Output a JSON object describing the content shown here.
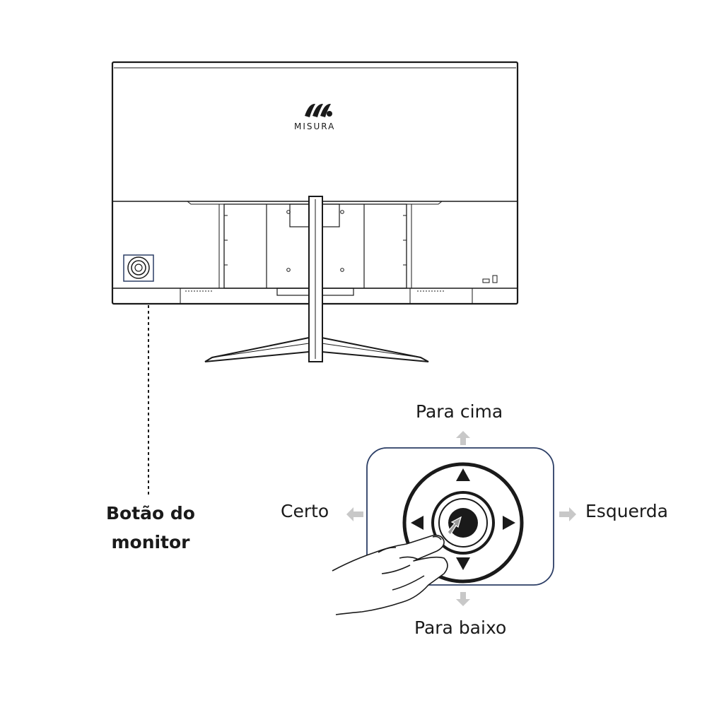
{
  "brand": {
    "name": "MISURA"
  },
  "labels": {
    "button_line1": "Botão do",
    "button_line2": "monitor",
    "up": "Para cima",
    "down": "Para baixo",
    "left": "Certo",
    "right": "Esquerda"
  },
  "colors": {
    "line": "#1a1a1a",
    "highlight_frame": "#2c3e66",
    "arrow_gray": "#c8c8c8"
  },
  "icons": {
    "logo": "misura-logo-icon",
    "joystick": "joystick-icon",
    "hand": "hand-icon",
    "lock": "lock-icon"
  }
}
